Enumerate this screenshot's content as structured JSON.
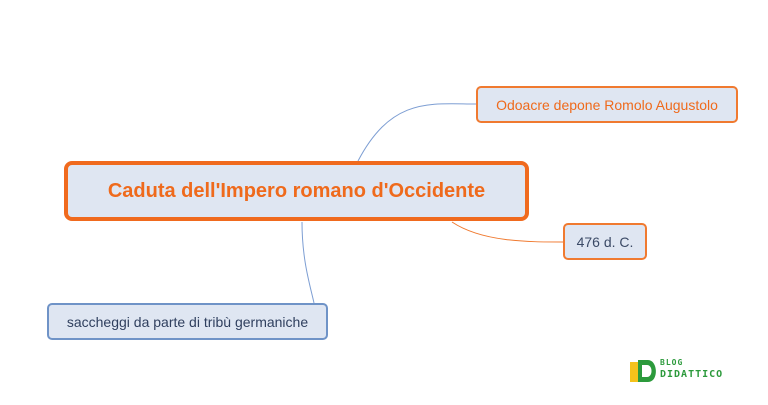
{
  "map": {
    "central": "Caduta dell'Impero romano d'Occidente",
    "topics": {
      "odoacre": "Odoacre depone Romolo Augustolo",
      "date": "476 d. C.",
      "saccheggi": "saccheggi da parte di tribù germaniche"
    }
  },
  "logo": {
    "line1": "BLOG",
    "line2": "DIDATTICO"
  },
  "colors": {
    "central_border": "#f06a1e",
    "central_text": "#ef6a1c",
    "node_fill": "#dfe6f2",
    "orange_border": "#f07a30",
    "blue_border": "#6f93c7",
    "connector_blue": "#7d9ed3",
    "connector_orange": "#f07a30",
    "logo_green": "#2c9a3c",
    "logo_yellow": "#f4c21b"
  }
}
